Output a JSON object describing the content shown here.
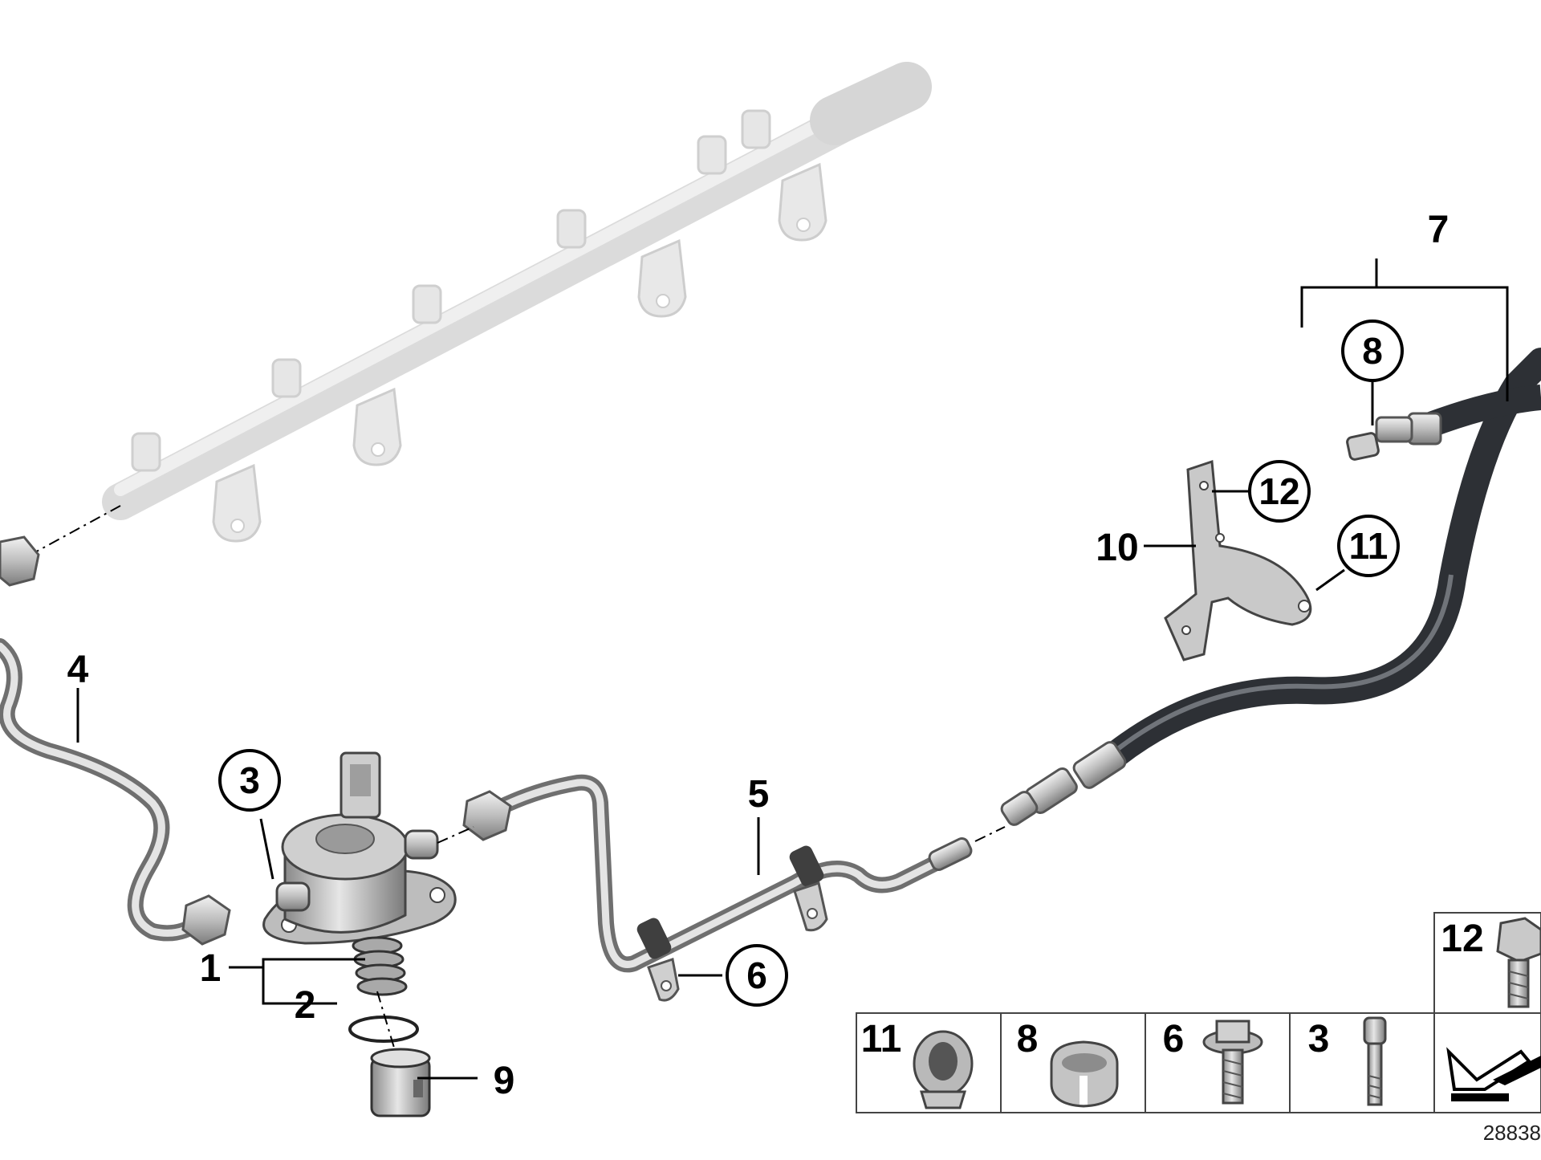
{
  "diagram": {
    "callouts": {
      "c1": "1",
      "c2": "2",
      "c3": "3",
      "c4": "4",
      "c5": "5",
      "c6": "6",
      "c7": "7",
      "c8": "8",
      "c9": "9",
      "c10": "10",
      "c11": "11",
      "c12": "12"
    },
    "legend": {
      "cells": [
        {
          "number": "11",
          "part": "clip-icon"
        },
        {
          "number": "8",
          "part": "sleeve-icon"
        },
        {
          "number": "6",
          "part": "flange-bolt-icon"
        },
        {
          "number": "3",
          "part": "screw-icon"
        },
        {
          "number": "",
          "part": "arrow-icon"
        }
      ],
      "top_cell": {
        "number": "12",
        "part": "hex-bolt-icon"
      }
    },
    "reference_number": "28838"
  }
}
